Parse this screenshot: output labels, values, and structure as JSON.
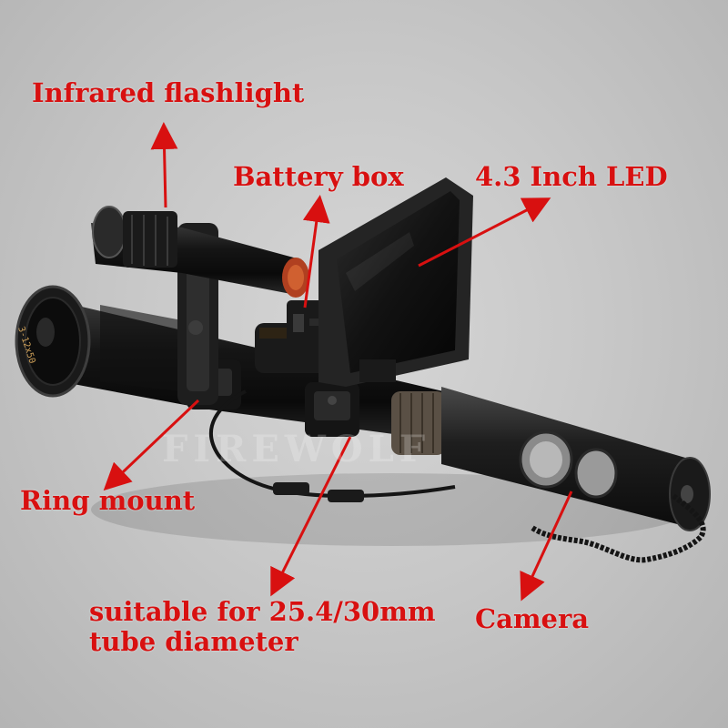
{
  "labels": {
    "flashlight": "Infrared flashlight",
    "battery": "Battery box",
    "screen": "4.3 Inch LED",
    "ring_mount": "Ring mount",
    "camera": "Camera",
    "tube_line1": "suitable for 25.4/30mm",
    "tube_line2": "tube diameter"
  },
  "watermark": "FIREWOLF",
  "scope_marking": "3-12x50",
  "colors": {
    "label": "#d81010",
    "arrow": "#d81010",
    "background": "#c8c8c8",
    "device": "#1c1c1c"
  }
}
